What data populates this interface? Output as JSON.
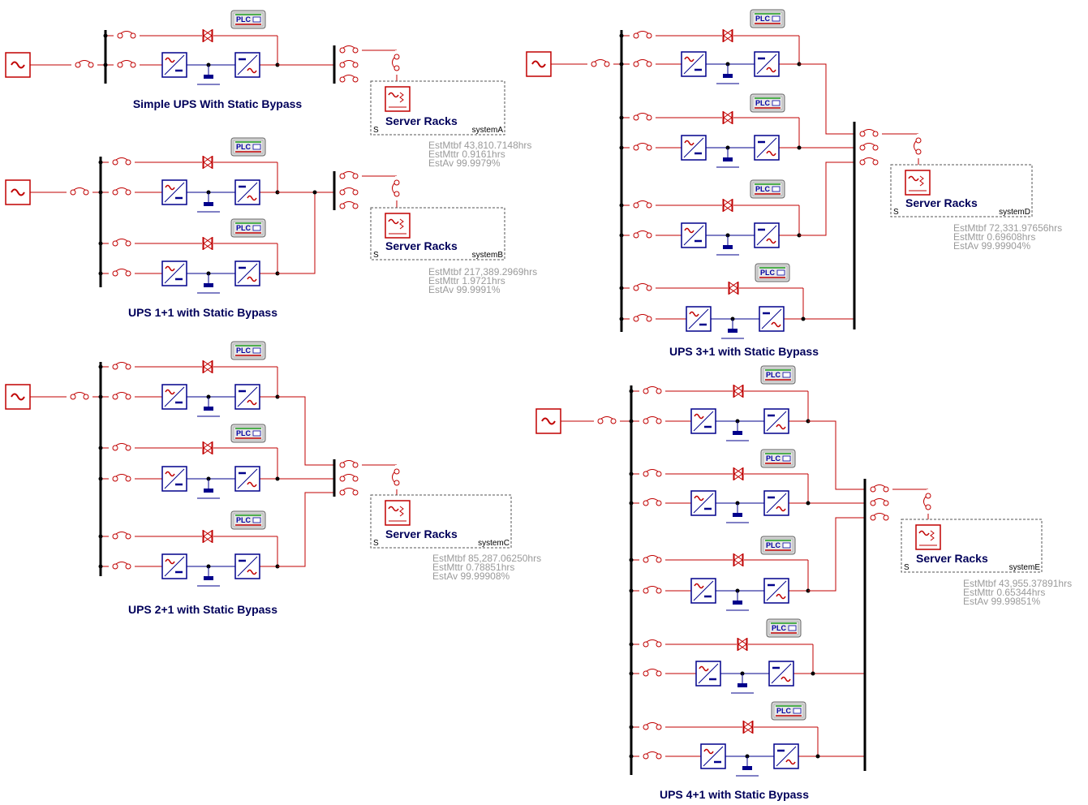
{
  "colors": {
    "wire": "#c00000",
    "dc_wire": "#00008b",
    "bus": "#000000",
    "title": "#00005a",
    "estimates": "#9a9a9a",
    "symbol": "#c00000"
  },
  "plc_label": "PLC",
  "server_label": "Server Racks",
  "source_marker": "S",
  "icons": [
    "ac-source-icon",
    "breaker-icon",
    "rectifier-icon",
    "inverter-icon",
    "battery-icon",
    "static-switch-icon",
    "plc-icon",
    "server-load-icon"
  ],
  "systems": [
    {
      "id": "A",
      "title": "Simple UPS With Static Bypass",
      "system_name": "systemA",
      "est_mtbf": "EstMtbf 43,810.7148hrs",
      "est_mttr": "EstMttr 0.9161hrs",
      "est_av": "EstAv 99.9979%"
    },
    {
      "id": "B",
      "title": "UPS 1+1 with Static Bypass",
      "system_name": "systemB",
      "est_mtbf": "EstMtbf 217,389.2969hrs",
      "est_mttr": "EstMttr 1.9721hrs",
      "est_av": "EstAv 99.9991%"
    },
    {
      "id": "C",
      "title": "UPS 2+1 with Static Bypass",
      "system_name": "systemC",
      "est_mtbf": "EstMtbf 85,287.06250hrs",
      "est_mttr": "EstMttr 0.78851hrs",
      "est_av": "EstAv 99.99908%"
    },
    {
      "id": "D",
      "title": "UPS 3+1 with Static Bypass",
      "system_name": "systemD",
      "est_mtbf": "EstMtbf 72,331.97656hrs",
      "est_mttr": "EstMttr 0.69608hrs",
      "est_av": "EstAv 99.99904%"
    },
    {
      "id": "E",
      "title": "UPS 4+1 with Static Bypass",
      "system_name": "systemE",
      "est_mtbf": "EstMtbf 43,955.37891hrs",
      "est_mttr": "EstMttr 0.65344hrs",
      "est_av": "EstAv 99.99851%"
    }
  ]
}
